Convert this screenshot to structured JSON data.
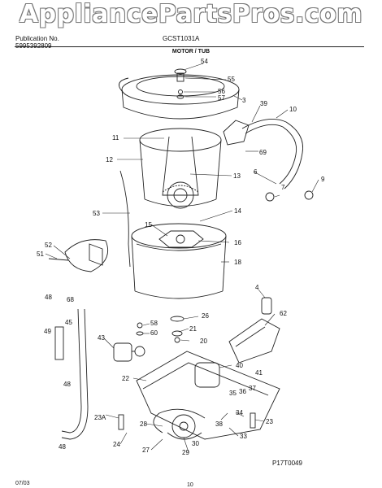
{
  "watermark": "AppliancePartsPros.com",
  "header": {
    "publication_label": "Publication No.",
    "publication_number": "5995392809",
    "model": "GCST1031A",
    "section_title": "MOTOR / TUB"
  },
  "footer": {
    "date": "07/03",
    "page_number": "10",
    "figure_id": "P17T0049"
  },
  "callouts": [
    "54",
    "55",
    "56",
    "57",
    "3",
    "39",
    "10",
    "11",
    "12",
    "69",
    "13",
    "6",
    "7",
    "9",
    "53",
    "14",
    "15",
    "16",
    "52",
    "51",
    "18",
    "4",
    "48",
    "68",
    "26",
    "62",
    "58",
    "60",
    "21",
    "49",
    "45",
    "43",
    "20",
    "40",
    "41",
    "22",
    "37",
    "35",
    "36",
    "48",
    "23A",
    "28",
    "38",
    "34",
    "23",
    "24",
    "27",
    "29",
    "30",
    "33",
    "48"
  ]
}
